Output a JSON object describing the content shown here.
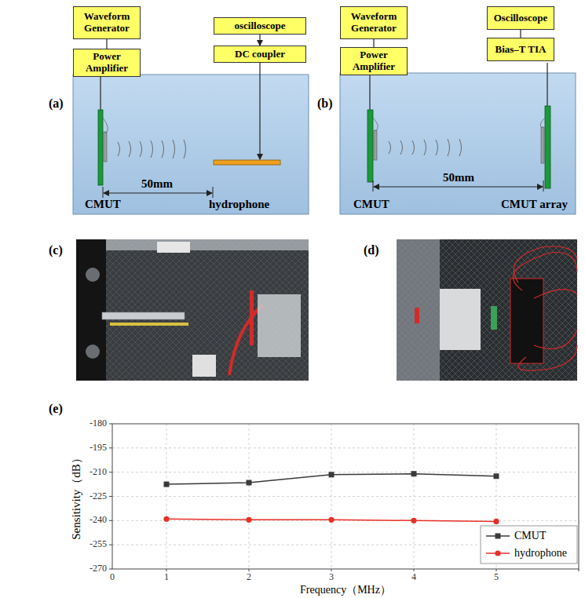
{
  "diagram": {
    "nodes": [
      {
        "text": [
          "Waveform Generator"
        ]
      },
      {
        "text": [
          "Power Amplifier"
        ]
      },
      {
        "text": [
          "oscilloscope"
        ]
      },
      {
        "text": [
          "DC coupler"
        ]
      },
      {
        "text": [
          "Waveform Generator"
        ]
      },
      {
        "text": [
          "Power Amplifier"
        ]
      },
      {
        "text": [
          "Oscilloscope"
        ]
      },
      {
        "text": [
          "Bias–T TIA"
        ]
      }
    ],
    "edges": [
      {
        "from": 0,
        "to": 1,
        "arrow": "none"
      },
      {
        "from": 2,
        "to": 3,
        "arrow": "to"
      },
      {
        "from": 4,
        "to": 5,
        "arrow": "none"
      },
      {
        "from": 6,
        "to": 7,
        "arrow": "none"
      }
    ],
    "labels": [
      "(a)",
      "(b)",
      "(c)",
      "(d)",
      "(e)",
      "50mm",
      "CMUT",
      "hydrophone",
      "50mm",
      "CMUT",
      "CMUT array",
      "-180",
      "-195",
      "-210",
      "-225",
      "-240",
      "-255",
      "-270",
      "0",
      "1",
      "2",
      "3",
      "4",
      "5",
      "Sensitivity（dB）",
      "Frequency（MHz）"
    ],
    "legend": [
      {
        "text": "CMUT"
      },
      {
        "text": "hydrophone"
      }
    ]
  }
}
